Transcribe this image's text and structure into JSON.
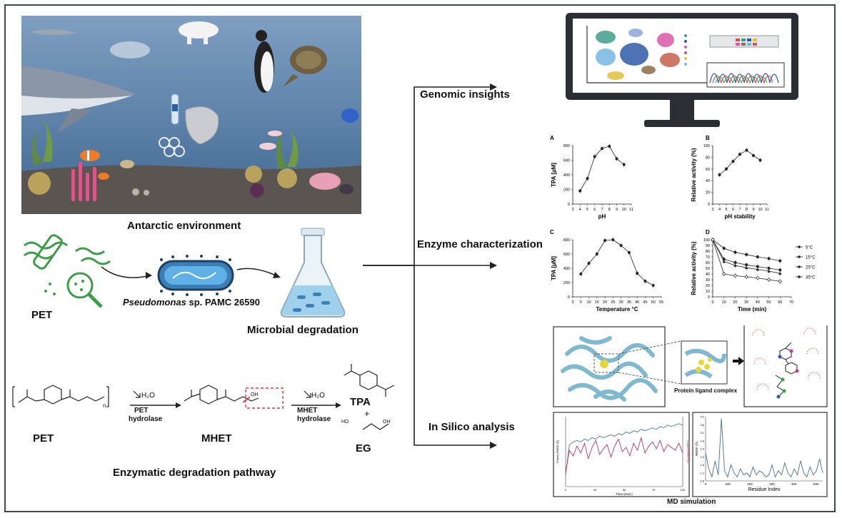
{
  "left": {
    "env_caption": "Antarctic environment",
    "pet_label": "PET",
    "organism_italic": "Pseudomonas",
    "organism_rest": " sp. PAMC 26590",
    "microbial_caption": "Microbial degradation"
  },
  "pathway": {
    "title": "Enzymatic degradation pathway",
    "pet": "PET",
    "mhet": "MHET",
    "tpa": "TPA",
    "plus": "+",
    "eg": "EG",
    "water": "H₂O",
    "enzyme1_line1": "PET",
    "enzyme1_line2": "hydrolase",
    "enzyme2_line1": "MHET",
    "enzyme2_line2": "hydrolase",
    "oh": "OH",
    "ho": "HO",
    "n": "n"
  },
  "branches": {
    "genomic": "Genomic insights",
    "enzyme": "Enzyme characterization",
    "insilico": "In Silico analysis"
  },
  "insilico": {
    "complex_caption": "Protein ligand complex",
    "md_caption": "MD simulation",
    "time_label": "Time (nsec)",
    "residue_label": "Residue Index",
    "rmsf_label": "RMSF (Å)",
    "left_y_label": "Protein RMSD (Å)",
    "right_y_label": "Ligand RMSD (Å)"
  },
  "chart_data": [
    {
      "type": "line",
      "panel": "A",
      "xlabel": "pH",
      "ylabel": "TPA [µM]",
      "xlim": [
        3,
        11
      ],
      "ylim": [
        0,
        800
      ],
      "xticks": [
        3,
        4,
        5,
        6,
        7,
        8,
        9,
        10,
        11
      ],
      "yticks": [
        0,
        200,
        400,
        600,
        800
      ],
      "x": [
        4,
        5,
        6,
        7,
        8,
        9,
        10
      ],
      "series": [
        {
          "values": [
            180,
            350,
            650,
            760,
            790,
            620,
            540
          ]
        }
      ]
    },
    {
      "type": "line",
      "panel": "B",
      "xlabel": "pH stability",
      "ylabel": "Relative activity (%)",
      "xlim": [
        3,
        11
      ],
      "ylim": [
        0,
        100
      ],
      "xticks": [
        3,
        4,
        5,
        6,
        7,
        8,
        9,
        10,
        11
      ],
      "yticks": [
        0,
        20,
        40,
        60,
        80,
        100
      ],
      "x": [
        4,
        5,
        6,
        7,
        8,
        9,
        10
      ],
      "series": [
        {
          "values": [
            50,
            60,
            73,
            85,
            92,
            83,
            75
          ]
        }
      ]
    },
    {
      "type": "line",
      "panel": "C",
      "xlabel": "Temperature °C",
      "ylabel": "TPA [µM]",
      "xlim": [
        0,
        55
      ],
      "ylim": [
        0,
        800
      ],
      "xticks": [
        0,
        5,
        10,
        15,
        20,
        25,
        30,
        35,
        40,
        45,
        50,
        55
      ],
      "yticks": [
        0,
        200,
        400,
        600,
        800
      ],
      "x": [
        5,
        10,
        15,
        20,
        25,
        30,
        35,
        40,
        45,
        50
      ],
      "series": [
        {
          "values": [
            320,
            470,
            600,
            790,
            800,
            720,
            620,
            330,
            220,
            160
          ]
        }
      ]
    },
    {
      "type": "line",
      "panel": "D",
      "xlabel": "Time (min)",
      "ylabel": "Relative activity (%)",
      "xlim": [
        0,
        70
      ],
      "ylim": [
        0,
        100
      ],
      "xticks": [
        0,
        10,
        20,
        30,
        40,
        50,
        60,
        70
      ],
      "yticks": [
        0,
        10,
        20,
        30,
        40,
        50,
        60,
        70,
        80,
        90,
        100
      ],
      "x": [
        0,
        10,
        20,
        30,
        40,
        50,
        60
      ],
      "legend": "right",
      "series": [
        {
          "name": "5°C",
          "values": [
            100,
            85,
            78,
            74,
            70,
            67,
            63
          ]
        },
        {
          "name": "15°C",
          "values": [
            100,
            66,
            60,
            56,
            53,
            50,
            47
          ]
        },
        {
          "name": "25°C",
          "values": [
            100,
            62,
            55,
            51,
            48,
            45,
            41
          ]
        },
        {
          "name": "35°C",
          "values": [
            100,
            40,
            37,
            35,
            33,
            30,
            27
          ]
        }
      ]
    },
    {
      "type": "line",
      "panel": "RMSD",
      "xlabel": "Time (nsec)",
      "xticks": [
        0,
        25,
        50,
        75,
        100
      ],
      "xlim": [
        0,
        100
      ],
      "series": [
        {
          "name": "Protein RMSD",
          "color": "#4a7a95",
          "values": [
            0.8,
            3.0,
            3.2,
            3.3,
            3.2,
            3.4,
            3.3,
            3.5,
            3.4,
            3.6,
            3.5,
            3.6,
            3.7,
            3.6,
            3.8,
            3.7,
            3.9,
            3.8,
            4.0,
            3.9,
            4.1,
            4.0,
            4.1,
            4.2,
            4.1,
            4.3,
            4.2,
            4.4,
            4.3,
            4.4,
            4.5,
            4.4
          ]
        },
        {
          "name": "Ligand RMSD",
          "color": "#b03a5b",
          "values": [
            1.0,
            2.6,
            2.2,
            2.9,
            2.4,
            3.1,
            2.0,
            2.8,
            3.3,
            2.3,
            2.7,
            3.0,
            2.1,
            2.9,
            3.4,
            2.5,
            2.8,
            2.2,
            3.1,
            2.6,
            3.5,
            2.4,
            2.9,
            3.2,
            2.7,
            3.3,
            2.5,
            3.0,
            2.8,
            2.6,
            3.1,
            2.4
          ]
        }
      ]
    },
    {
      "type": "line",
      "panel": "RMSF",
      "xlabel": "Residue Index",
      "ylabel": "RMSF (Å)",
      "xticks": [
        0,
        100,
        200,
        300,
        400,
        500
      ],
      "yticks": [
        0.8,
        1.2,
        1.6,
        2.0,
        2.4,
        2.8,
        3.2,
        3.6,
        4.0
      ],
      "ylim": [
        0.8,
        4.0
      ],
      "xlim": [
        0,
        530
      ],
      "series": [
        {
          "name": "RMSF",
          "color": "#4a6f8a",
          "values": [
            2.2,
            1.4,
            1.0,
            1.8,
            1.1,
            3.9,
            1.3,
            1.0,
            1.6,
            1.2,
            1.0,
            1.4,
            1.1,
            1.2,
            1.0,
            1.5,
            1.1,
            1.3,
            1.2,
            1.0,
            1.1,
            1.6,
            1.0,
            1.3,
            1.1,
            1.7,
            1.2,
            1.0,
            1.4,
            1.1,
            1.8,
            1.2,
            1.0,
            1.5,
            1.1,
            1.3,
            1.9,
            1.2
          ]
        }
      ]
    }
  ]
}
